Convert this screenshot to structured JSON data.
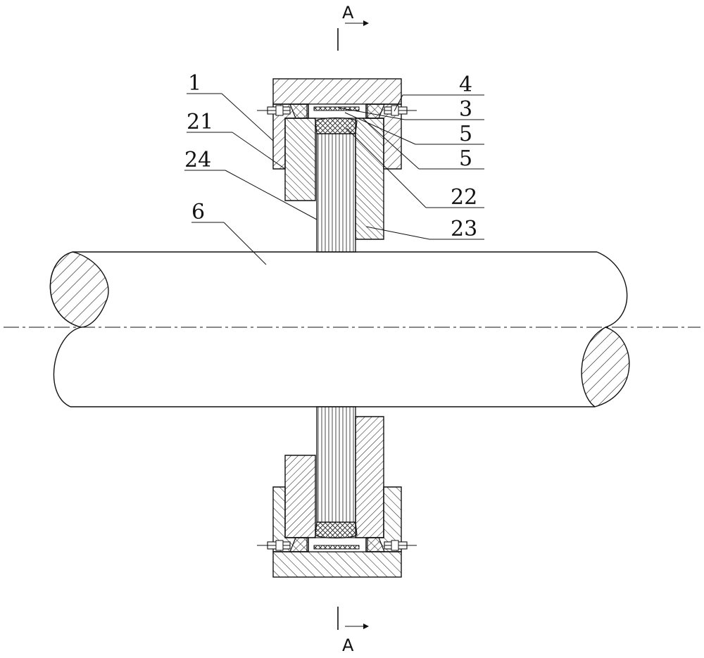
{
  "section": {
    "top": "A",
    "bottom": "A"
  },
  "labels": {
    "l1": "1",
    "l21": "21",
    "l24": "24",
    "l6": "6",
    "l4": "4",
    "l3": "3",
    "l5a": "5",
    "l5b": "5",
    "l22": "22",
    "l23": "23"
  }
}
